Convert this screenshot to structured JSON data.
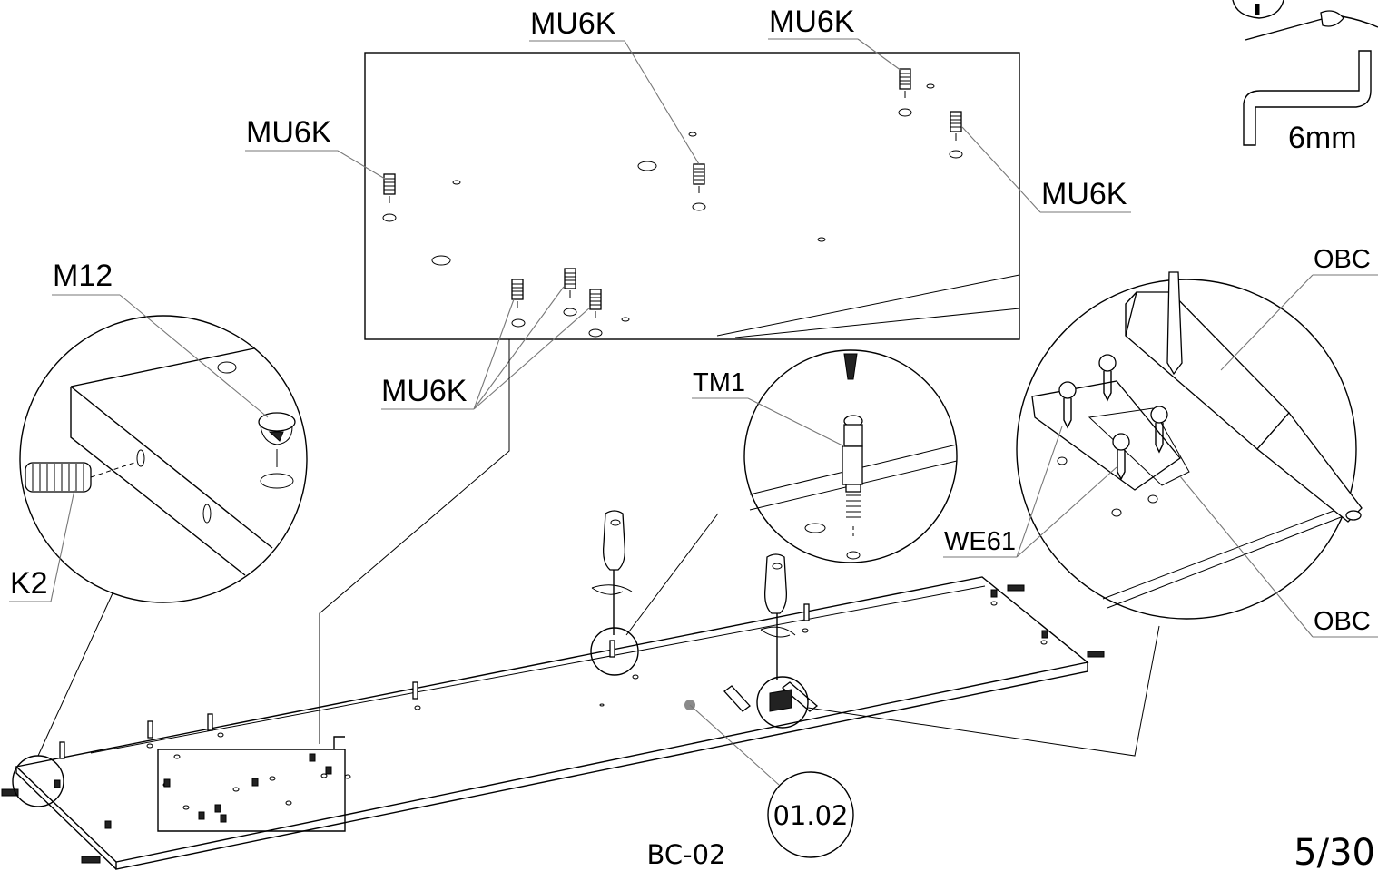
{
  "labels": {
    "mu6k_top_left": "MU6K",
    "mu6k_top_right": "MU6K",
    "mu6k_left": "MU6K",
    "mu6k_right": "MU6K",
    "mu6k_bottom": "MU6K",
    "m12": "M12",
    "k2": "K2",
    "tm1": "TM1",
    "obc_top": "OBC",
    "obc_bottom": "OBC",
    "we61": "WE61",
    "tool_size": "6mm"
  },
  "part_number": "01.02",
  "model_code": "BC-02",
  "page_indicator": "5/30",
  "colors": {
    "ink": "#000000",
    "leader": "#777777",
    "part_marker": "#8a8a8a"
  }
}
